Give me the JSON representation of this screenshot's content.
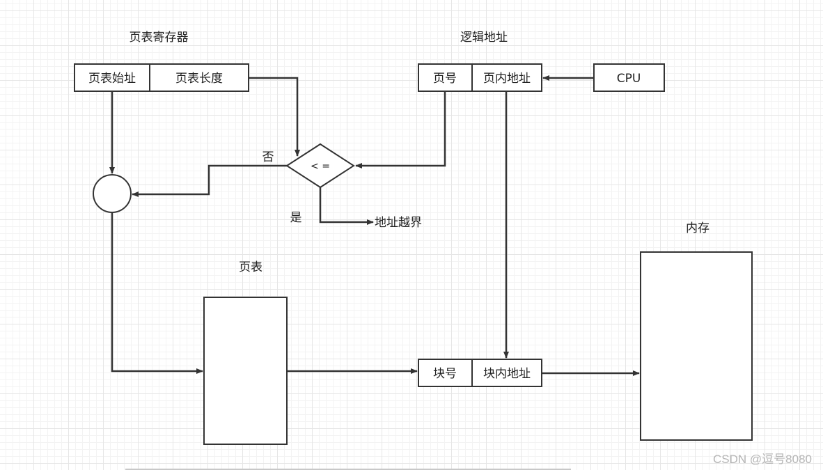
{
  "labels": {
    "page_table_register": "页表寄存器",
    "logical_address": "逻辑地址",
    "page_table": "页表",
    "memory": "内存"
  },
  "register": {
    "start": "页表始址",
    "length": "页表长度"
  },
  "logical": {
    "page_no": "页号",
    "offset": "页内地址"
  },
  "cpu": "CPU",
  "compare": {
    "symbol": "< =",
    "no": "否",
    "yes": "是",
    "overflow": "地址越界"
  },
  "physical": {
    "block_no": "块号",
    "offset": "块内地址"
  },
  "watermark": "CSDN @逗号8080",
  "colors": {
    "stroke": "#333333",
    "text": "#222222",
    "grid": "#e6e6e6",
    "watermark": "#b5b5b5"
  }
}
